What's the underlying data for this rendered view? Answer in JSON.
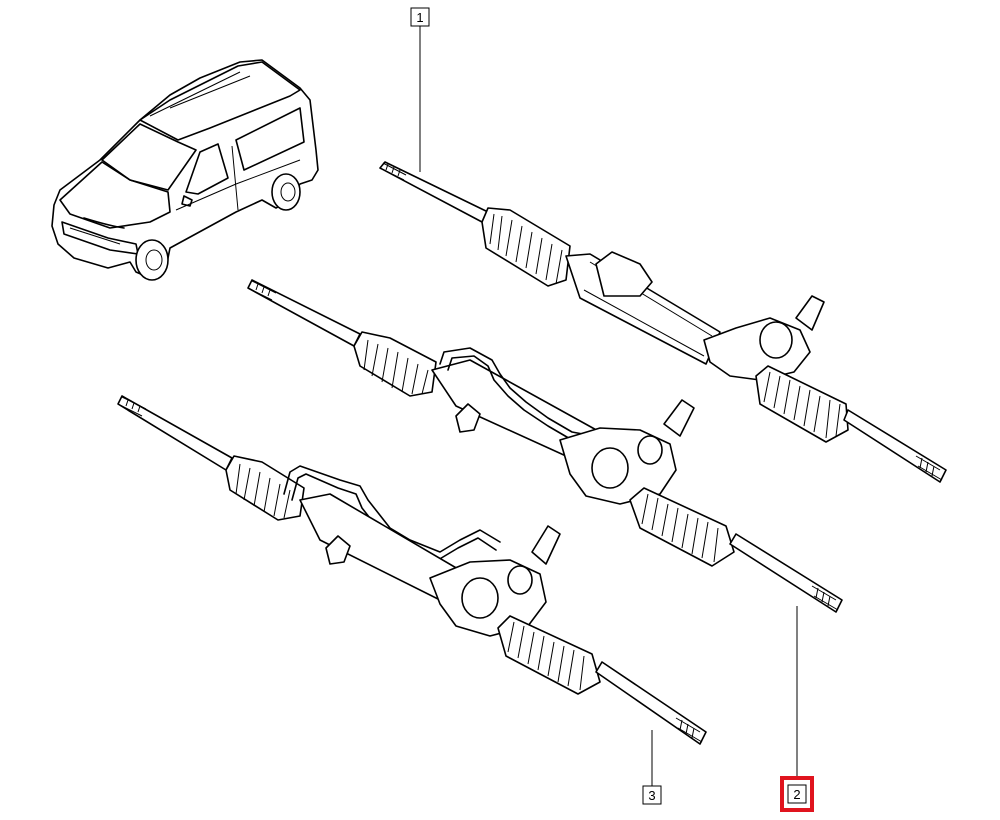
{
  "diagram": {
    "callouts": [
      {
        "id": "1",
        "label": "1",
        "highlighted": false
      },
      {
        "id": "2",
        "label": "2",
        "highlighted": true
      },
      {
        "id": "3",
        "label": "3",
        "highlighted": false
      }
    ],
    "highlight_color": "#e0141e"
  }
}
